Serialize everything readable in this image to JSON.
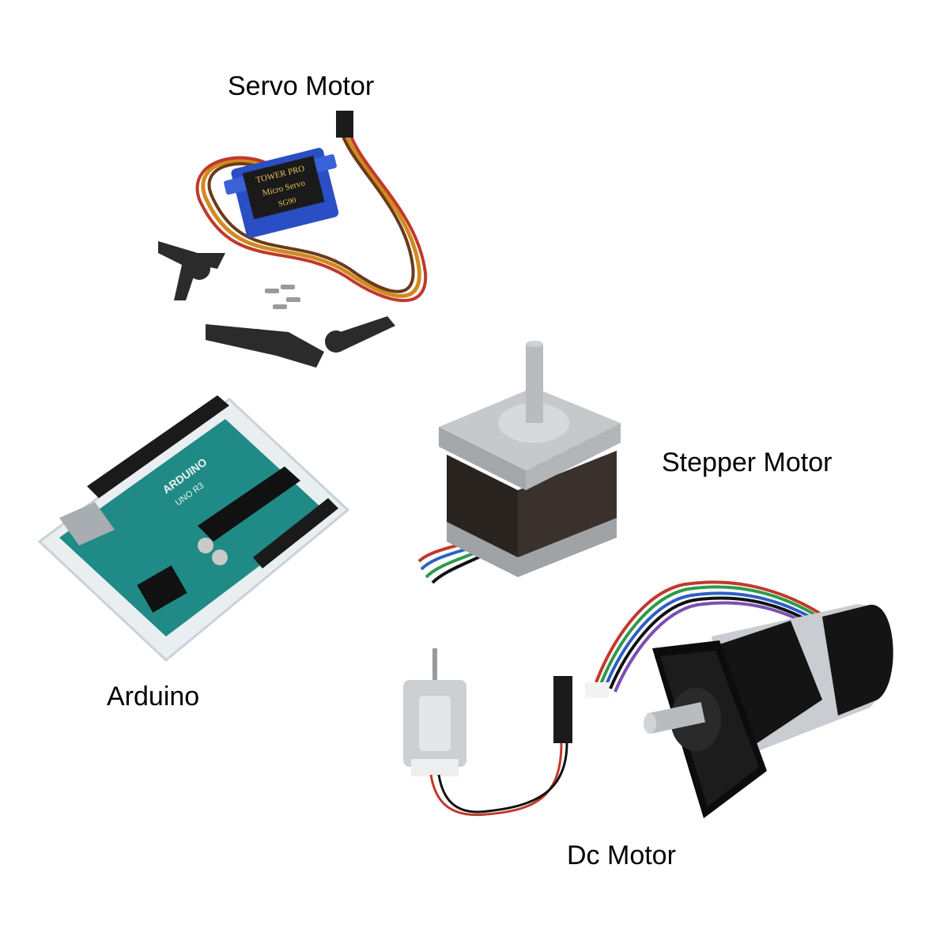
{
  "labels": {
    "servo": "Servo Motor",
    "stepper": "Stepper Motor",
    "arduino": "Arduino",
    "dc": "Dc Motor"
  },
  "servo_markings": {
    "brand": "TOWER PRO",
    "model_line": "Micro Servo",
    "model": "SG90"
  },
  "arduino_markings": {
    "brand": "ARDUINO",
    "model": "UNO R3"
  },
  "colors": {
    "servo_body": "#2a4fc4",
    "arduino_board": "#1f8a86",
    "stepper_metal": "#b9bcbf",
    "dc_body": "#141414"
  }
}
